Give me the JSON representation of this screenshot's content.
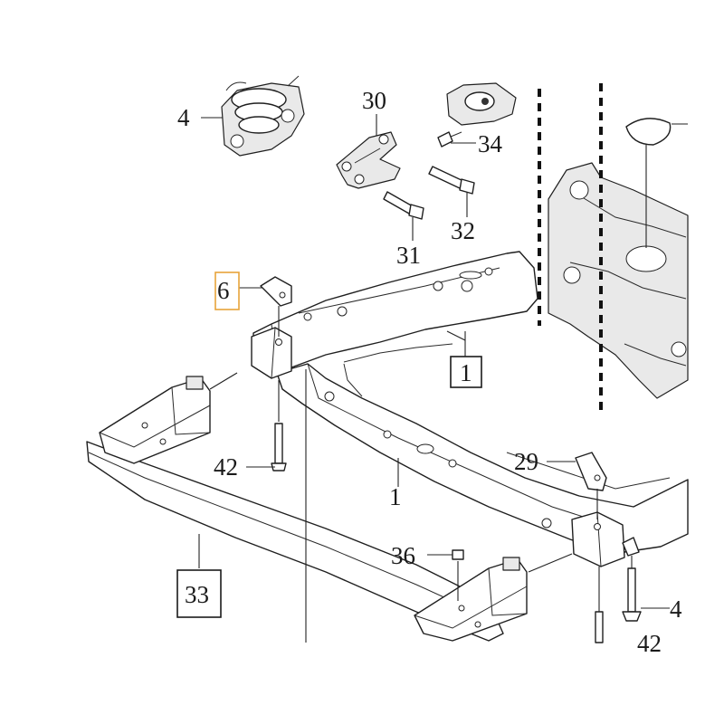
{
  "diagram": {
    "callouts": [
      {
        "id": "4-top",
        "text": "4"
      },
      {
        "id": "30",
        "text": "30"
      },
      {
        "id": "34",
        "text": "34"
      },
      {
        "id": "32",
        "text": "32"
      },
      {
        "id": "31",
        "text": "31"
      },
      {
        "id": "6",
        "text": "6"
      },
      {
        "id": "1-box",
        "text": "1"
      },
      {
        "id": "42-left",
        "text": "42"
      },
      {
        "id": "1-plain",
        "text": "1"
      },
      {
        "id": "29",
        "text": "29"
      },
      {
        "id": "36",
        "text": "36"
      },
      {
        "id": "33",
        "text": "33"
      },
      {
        "id": "4-right",
        "text": "4"
      },
      {
        "id": "42-bottom",
        "text": "42"
      }
    ]
  }
}
